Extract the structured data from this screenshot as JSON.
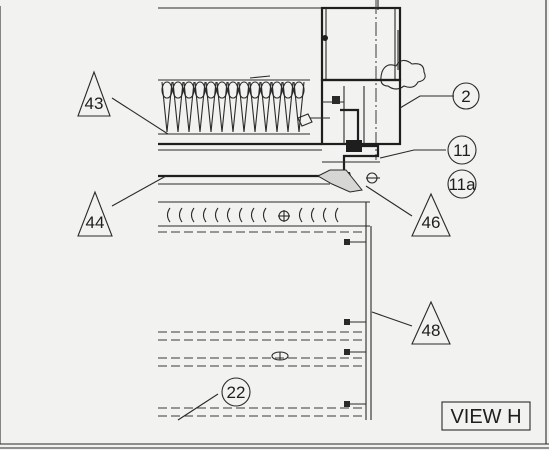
{
  "labels": {
    "l43": "43",
    "l44": "44",
    "l2": "2",
    "l11": "11",
    "l11a": "11a",
    "l46": "46",
    "l48": "48",
    "l22": "22"
  },
  "view_title": "VIEW H",
  "colors": {
    "ink": "#1e1e1e",
    "paper": "#f2f2f0"
  }
}
